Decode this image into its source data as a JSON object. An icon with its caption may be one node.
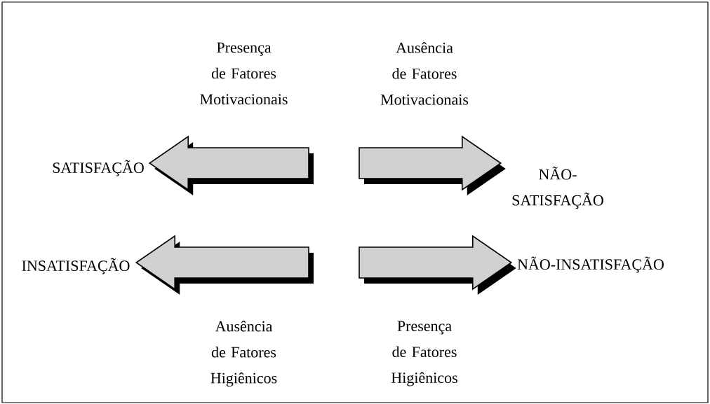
{
  "diagram": {
    "nodes": [
      {
        "text": [
          "SATISFAÇÃO"
        ]
      },
      {
        "text": [
          "NÃO-SATISFAÇÃO"
        ]
      },
      {
        "text": [
          "INSATISFAÇÃO"
        ]
      },
      {
        "text": [
          "NÃO-INSATISFAÇÃO"
        ]
      }
    ],
    "edges": [
      {
        "from": null,
        "to": 0,
        "arrow": "to",
        "label": "Presença de Fatores Motivacionais"
      },
      {
        "from": null,
        "to": 1,
        "arrow": "to",
        "label": "Ausência de Fatores Motivacionais"
      },
      {
        "from": null,
        "to": 2,
        "arrow": "to",
        "label": "Ausência de Fatores Higiênicos"
      },
      {
        "from": null,
        "to": 3,
        "arrow": "to",
        "label": "Presença de Fatores Higiênicos"
      }
    ]
  }
}
